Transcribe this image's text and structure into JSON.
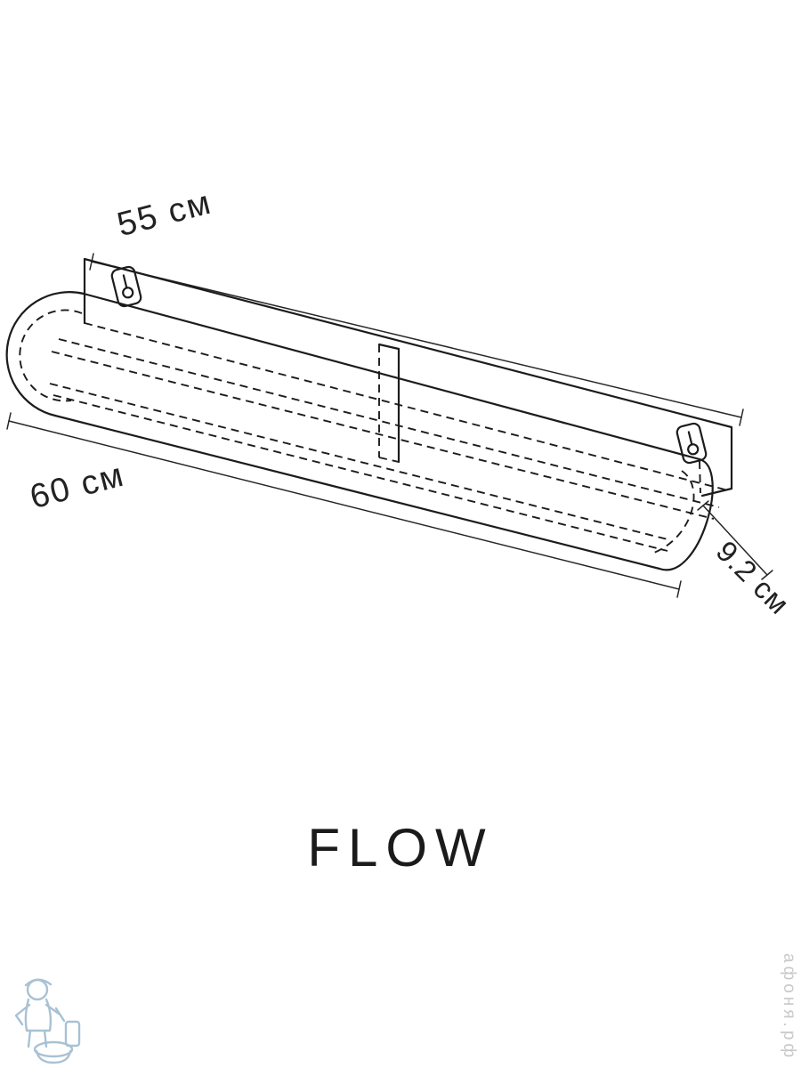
{
  "product": {
    "name": "FLOW"
  },
  "dimensions": {
    "top_width": "55 см",
    "bottom_length": "60 см",
    "depth": "9.2 см"
  },
  "watermark": {
    "site_text": "афоня.рф"
  },
  "colors": {
    "line": "#1c1c1c",
    "dimension_text": "#222222",
    "mascot_blue": "#a8c2d4",
    "watermark_gray": "#c9c9c9",
    "background": "#ffffff"
  }
}
